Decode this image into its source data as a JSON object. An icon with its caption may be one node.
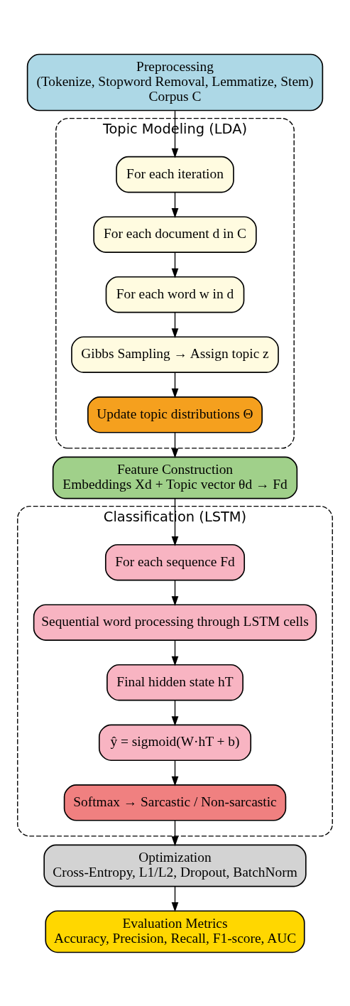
{
  "diagram": {
    "nodes": [
      {
        "text": [
          "Preprocessing",
          "(Tokenize, Stopword Removal, Lemmatize, Stem)",
          "Corpus C"
        ]
      },
      {
        "text": [
          "Topic Modeling (LDA)"
        ]
      },
      {
        "text": [
          "For each iteration"
        ],
        "in": 1
      },
      {
        "text": [
          "For each document d in C"
        ],
        "in": 1
      },
      {
        "text": [
          "For each word w in d"
        ],
        "in": 1
      },
      {
        "text": [
          "Gibbs Sampling → Assign topic z"
        ],
        "in": 1
      },
      {
        "text": [
          "Update topic distributions Θ"
        ],
        "in": 1
      },
      {
        "text": [
          "Feature Construction",
          "Embeddings Xd + Topic vector θd → Fd"
        ]
      },
      {
        "text": [
          "Classification (LSTM)"
        ]
      },
      {
        "text": [
          "For each sequence Fd"
        ],
        "in": 8
      },
      {
        "text": [
          "Sequential word processing through LSTM cells"
        ],
        "in": 8
      },
      {
        "text": [
          "Final hidden state hT"
        ],
        "in": 8
      },
      {
        "text": [
          "ŷ = sigmoid(W·hT + b)"
        ],
        "in": 8
      },
      {
        "text": [
          "Softmax → Sarcastic / Non-sarcastic"
        ],
        "in": 8
      },
      {
        "text": [
          "Optimization",
          "Cross-Entropy, L1/L2, Dropout, BatchNorm"
        ]
      },
      {
        "text": [
          "Evaluation Metrics",
          "Accuracy, Precision, Recall, F1-score, AUC"
        ]
      }
    ],
    "edges": [
      {
        "from": 0,
        "to": 2,
        "arrow": "to"
      },
      {
        "from": 2,
        "to": 3,
        "arrow": "to"
      },
      {
        "from": 3,
        "to": 4,
        "arrow": "to"
      },
      {
        "from": 4,
        "to": 5,
        "arrow": "to"
      },
      {
        "from": 5,
        "to": 6,
        "arrow": "to"
      },
      {
        "from": 6,
        "to": 7,
        "arrow": "to"
      },
      {
        "from": 7,
        "to": 9,
        "arrow": "to"
      },
      {
        "from": 9,
        "to": 10,
        "arrow": "to"
      },
      {
        "from": 10,
        "to": 11,
        "arrow": "to"
      },
      {
        "from": 11,
        "to": 12,
        "arrow": "to"
      },
      {
        "from": 12,
        "to": 13,
        "arrow": "to"
      },
      {
        "from": 13,
        "to": 14,
        "arrow": "to"
      },
      {
        "from": 14,
        "to": 15,
        "arrow": "to"
      }
    ]
  }
}
